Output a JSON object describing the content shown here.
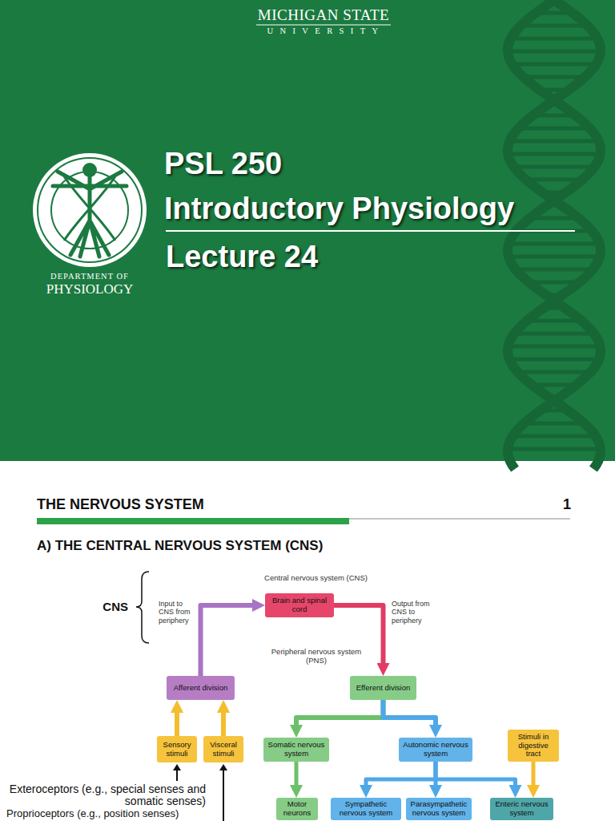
{
  "diagram": {
    "title": "THE NERVOUS SYSTEM",
    "nodes": [
      {
        "text": [
          "Central nervous system (CNS)"
        ]
      },
      {
        "text": [
          "Brain and spinal cord"
        ],
        "in": 0
      },
      {
        "text": [
          "Peripheral nervous system (PNS)"
        ]
      },
      {
        "text": [
          "Afferent division"
        ],
        "in": 2
      },
      {
        "text": [
          "Efferent division"
        ],
        "in": 2
      },
      {
        "text": [
          "Sensory stimuli"
        ]
      },
      {
        "text": [
          "Visceral stimuli"
        ]
      },
      {
        "text": [
          "Somatic nervous system"
        ],
        "in": 2
      },
      {
        "text": [
          "Autonomic nervous system"
        ],
        "in": 2
      },
      {
        "text": [
          "Stimuli in digestive tract"
        ]
      },
      {
        "text": [
          "Motor neurons"
        ],
        "in": 2
      },
      {
        "text": [
          "Sympathetic nervous system"
        ],
        "in": 2
      },
      {
        "text": [
          "Parasympathetic nervous system"
        ],
        "in": 2
      },
      {
        "text": [
          "Enteric nervous system"
        ]
      }
    ],
    "edges": [
      {
        "from": 3,
        "to": 1,
        "arrow": "to"
      },
      {
        "from": 1,
        "to": 4,
        "arrow": "to"
      },
      {
        "from": 5,
        "to": 3,
        "arrow": "to"
      },
      {
        "from": 6,
        "to": 3,
        "arrow": "to"
      },
      {
        "from": 4,
        "to": 7,
        "arrow": "to"
      },
      {
        "from": 4,
        "to": 8,
        "arrow": "to"
      },
      {
        "from": 7,
        "to": 10,
        "arrow": "to"
      },
      {
        "from": 8,
        "to": 11,
        "arrow": "to"
      },
      {
        "from": 8,
        "to": 12,
        "arrow": "to"
      },
      {
        "from": 8,
        "to": 13,
        "arrow": "to"
      },
      {
        "from": 9,
        "to": 13,
        "arrow": "to"
      }
    ],
    "labels": [
      "MICHIGAN STATE",
      "UNIVERSITY",
      "DEPARTMENT OF",
      "PHYSIOLOGY",
      "PSL 250",
      "Introductory Physiology",
      "Lecture 24",
      "1",
      "A) THE CENTRAL NERVOUS SYSTEM (CNS)",
      "CNS",
      "Input to CNS from periphery",
      "Output from CNS to periphery",
      "Exteroceptors (e.g., special senses and somatic senses)",
      "Proprioceptors (e.g., position senses)"
    ]
  }
}
